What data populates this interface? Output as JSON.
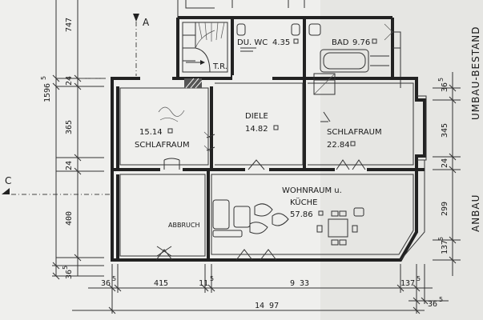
{
  "rooms": {
    "dusche_wc": {
      "name": "DU. WC",
      "area": "4.35"
    },
    "bad": {
      "name": "BAD",
      "area": "9.76"
    },
    "treppe": {
      "name": "T.R."
    },
    "schlafraum_left": {
      "area": "15.14",
      "name": "SCHLAFRAUM"
    },
    "diele": {
      "name": "DIELE",
      "area": "14.82"
    },
    "schlafraum_right": {
      "name": "SCHLAFRAUM",
      "area": "22.84"
    },
    "wohnraum": {
      "name_line1": "WOHNRAUM u.",
      "name_line2": "KÜCHE",
      "area": "57.86"
    },
    "abbruch": "ABBRUCH"
  },
  "markers": {
    "section_a": "A",
    "section_c": "C"
  },
  "side_labels": {
    "umbau": "UMBAU-BESTAND",
    "anbau": "ANBAU"
  },
  "dims_left": {
    "d747": "747",
    "d1596": "1596",
    "d1596_sup": "5",
    "d24a": "24",
    "d365": "365",
    "d24b": "24",
    "d400": "400",
    "d36": "36",
    "d36_sup": "5"
  },
  "dims_right": {
    "d36": "36",
    "d36_sup": "5",
    "d345": "345",
    "d24": "24",
    "d299": "299",
    "d137": "137",
    "d137_sup": "5"
  },
  "dims_bottom": {
    "d36a": "36",
    "d36a_sup": "5",
    "d415": "415",
    "d11": "11",
    "d11_sup": "5",
    "d933": "9 33",
    "d137": "137",
    "d137_sup": "5",
    "d1497": "14 97",
    "d36b": "36",
    "d36b_sup": "5"
  }
}
